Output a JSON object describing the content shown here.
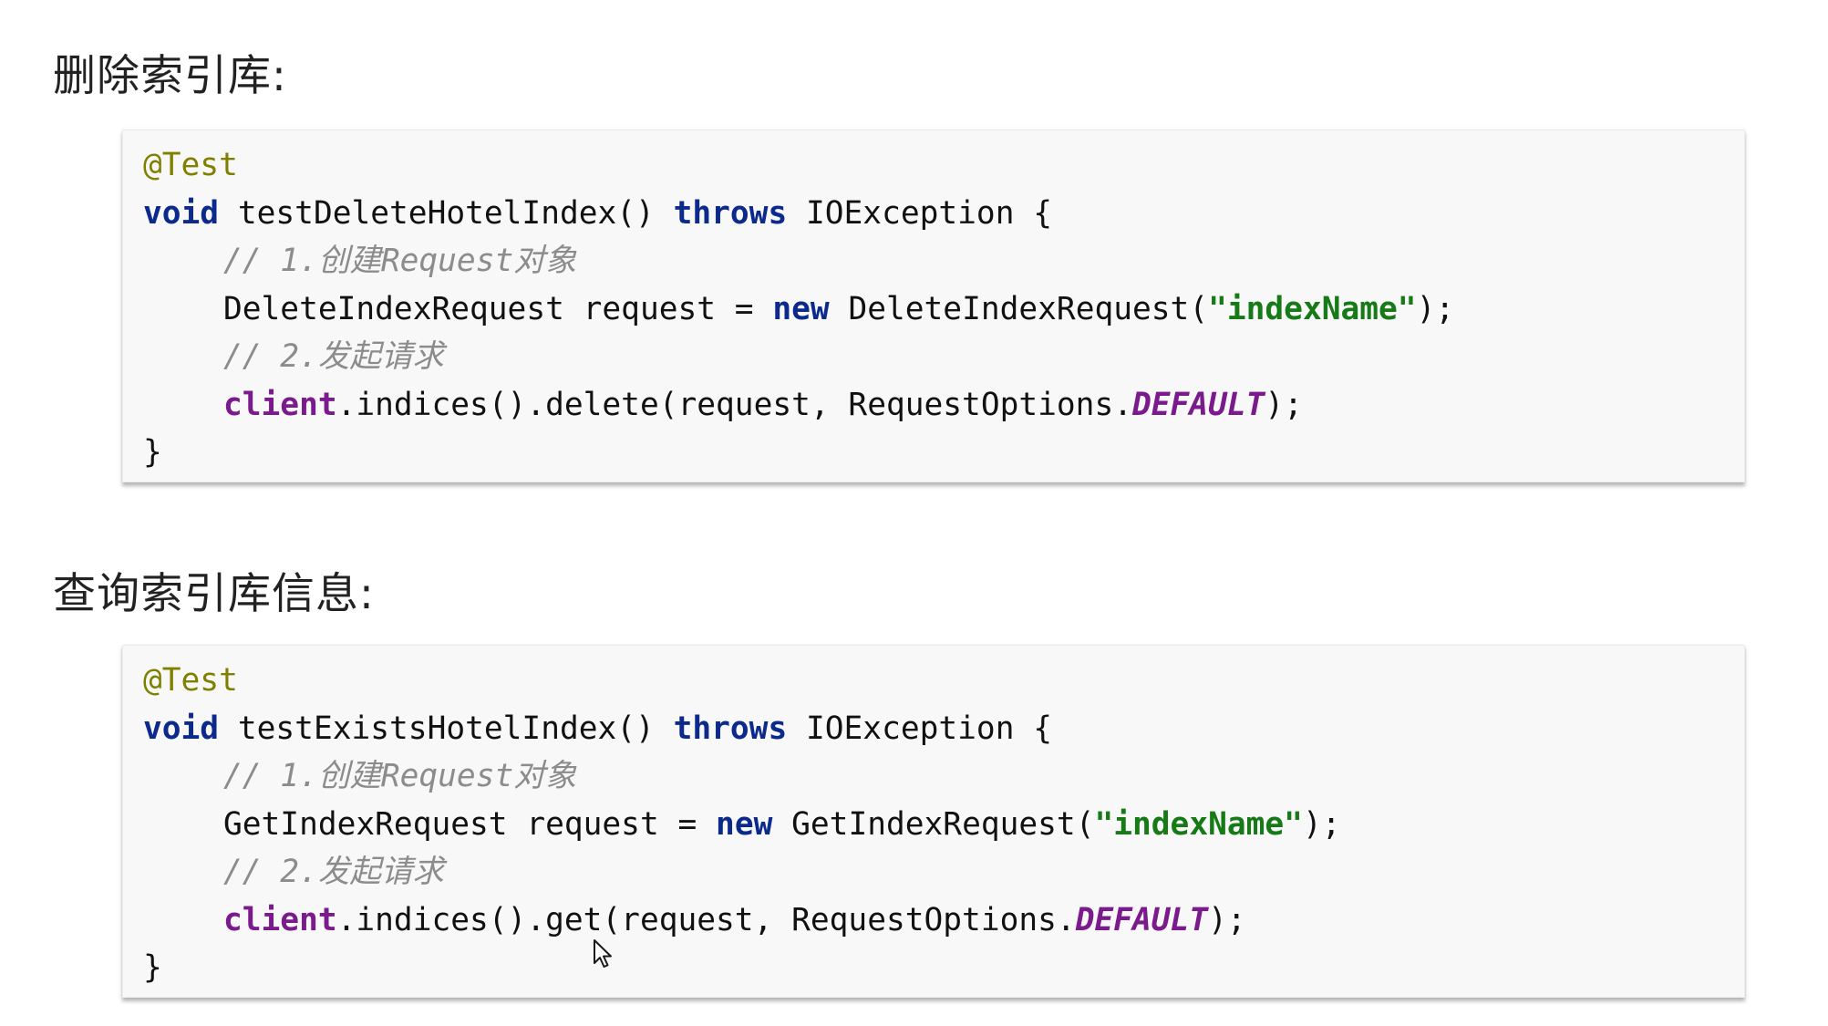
{
  "sections": [
    {
      "heading": "删除索引库:",
      "code": {
        "annotation": "@Test",
        "kw_void": "void",
        "method_sig": " testDeleteHotelIndex() ",
        "kw_throws": "throws",
        "exception_open": " IOException {",
        "comment_create": "// 1.创建Request对象",
        "request_type": "DeleteIndexRequest request = ",
        "kw_new": "new",
        "ctor_open": " DeleteIndexRequest(",
        "index_string": "\"indexName\"",
        "ctor_close": ");",
        "comment_send": "// 2.发起请求",
        "client_field": "client",
        "call_chain": ".indices().delete(request, RequestOptions.",
        "default_const": "DEFAULT",
        "call_close": ");",
        "close_brace": "}"
      }
    },
    {
      "heading": "查询索引库信息:",
      "code": {
        "annotation": "@Test",
        "kw_void": "void",
        "method_sig": " testExistsHotelIndex() ",
        "kw_throws": "throws",
        "exception_open": " IOException {",
        "comment_create": "// 1.创建Request对象",
        "request_type": "GetIndexRequest request = ",
        "kw_new": "new",
        "ctor_open": " GetIndexRequest(",
        "index_string": "\"indexName\"",
        "ctor_close": ");",
        "comment_send": "// 2.发起请求",
        "client_field": "client",
        "call_chain": ".indices().get(request, RequestOptions.",
        "default_const": "DEFAULT",
        "call_close": ");",
        "close_brace": "}"
      }
    }
  ],
  "cursor": {
    "icon": "mouse-pointer-icon"
  }
}
